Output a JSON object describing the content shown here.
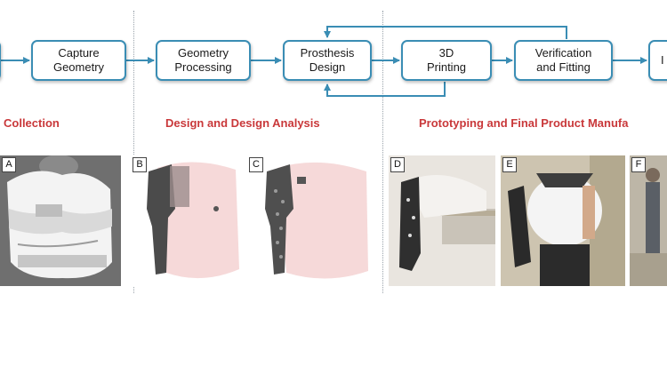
{
  "steps": [
    {
      "id": "capture-geometry",
      "label": "Capture\nGeometry"
    },
    {
      "id": "geometry-processing",
      "label": "Geometry\nProcessing"
    },
    {
      "id": "prosthesis-design",
      "label": "Prosthesis\nDesign"
    },
    {
      "id": "3d-printing",
      "label": "3D\nPrinting"
    },
    {
      "id": "verification-fitting",
      "label": "Verification\nand Fitting"
    }
  ],
  "stages": [
    {
      "id": "collection",
      "label": "Collection"
    },
    {
      "id": "design-analysis",
      "label": "Design and Design Analysis"
    },
    {
      "id": "prototyping",
      "label": "Prototyping and Final Product Manufa"
    }
  ],
  "panels": [
    {
      "letter": "A"
    },
    {
      "letter": "B"
    },
    {
      "letter": "C"
    },
    {
      "letter": "D"
    },
    {
      "letter": "E"
    },
    {
      "letter": "F"
    }
  ],
  "colors": {
    "box_border": "#3a8db4",
    "arrow": "#3a8db4",
    "stage_label": "#c9383a"
  }
}
